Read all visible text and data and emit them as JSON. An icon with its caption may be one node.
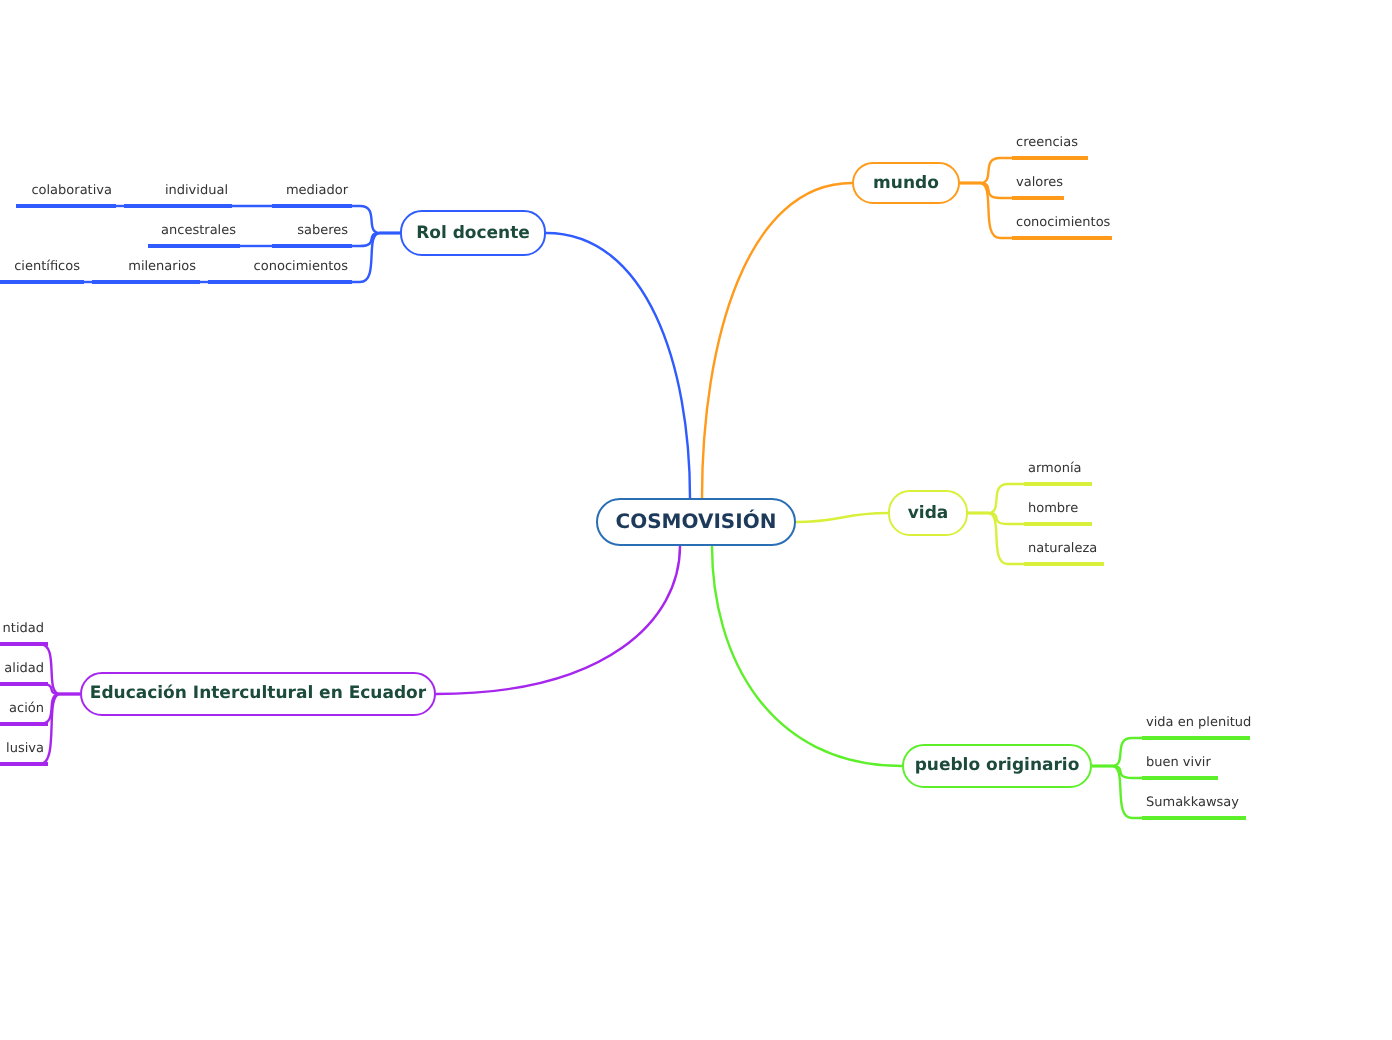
{
  "diagram": {
    "nodes": [
      {
        "text": [
          "COSMOVISIÓN"
        ]
      },
      {
        "text": [
          "Rol docente"
        ]
      },
      {
        "text": [
          "mediador"
        ]
      },
      {
        "text": [
          "individual"
        ]
      },
      {
        "text": [
          "colaborativa"
        ]
      },
      {
        "text": [
          "saberes"
        ]
      },
      {
        "text": [
          "ancestrales"
        ]
      },
      {
        "text": [
          "conocimientos"
        ]
      },
      {
        "text": [
          "milenarios"
        ]
      },
      {
        "text": [
          "científicos"
        ]
      },
      {
        "text": [
          "mundo"
        ]
      },
      {
        "text": [
          "creencias"
        ]
      },
      {
        "text": [
          "valores"
        ]
      },
      {
        "text": [
          "conocimientos"
        ]
      },
      {
        "text": [
          "vida"
        ]
      },
      {
        "text": [
          "armonía"
        ]
      },
      {
        "text": [
          "hombre"
        ]
      },
      {
        "text": [
          "naturaleza"
        ]
      },
      {
        "text": [
          "pueblo originario"
        ]
      },
      {
        "text": [
          "vida en plenitud"
        ]
      },
      {
        "text": [
          "buen vivir"
        ]
      },
      {
        "text": [
          "Sumakkawsay"
        ]
      },
      {
        "text": [
          "Educación Intercultural en Ecuador"
        ]
      },
      {
        "text": [
          "ntidad"
        ]
      },
      {
        "text": [
          "alidad"
        ]
      },
      {
        "text": [
          "ación"
        ]
      },
      {
        "text": [
          "lusiva"
        ]
      }
    ],
    "edges": [
      {
        "from": 0,
        "to": 1,
        "arrow": "none",
        "color": "#2f5bff"
      },
      {
        "from": 1,
        "to": 2,
        "arrow": "none",
        "color": "#2f5bff"
      },
      {
        "from": 2,
        "to": 3,
        "arrow": "none",
        "color": "#2f5bff"
      },
      {
        "from": 3,
        "to": 4,
        "arrow": "none",
        "color": "#2f5bff"
      },
      {
        "from": 1,
        "to": 5,
        "arrow": "none",
        "color": "#2f5bff"
      },
      {
        "from": 5,
        "to": 6,
        "arrow": "none",
        "color": "#2f5bff"
      },
      {
        "from": 1,
        "to": 7,
        "arrow": "none",
        "color": "#2f5bff"
      },
      {
        "from": 7,
        "to": 8,
        "arrow": "none",
        "color": "#2f5bff"
      },
      {
        "from": 8,
        "to": 9,
        "arrow": "none",
        "color": "#2f5bff"
      },
      {
        "from": 0,
        "to": 10,
        "arrow": "none",
        "color": "#ff9a1a"
      },
      {
        "from": 10,
        "to": 11,
        "arrow": "none",
        "color": "#ff9a1a"
      },
      {
        "from": 10,
        "to": 12,
        "arrow": "none",
        "color": "#ff9a1a"
      },
      {
        "from": 10,
        "to": 13,
        "arrow": "none",
        "color": "#ff9a1a"
      },
      {
        "from": 0,
        "to": 14,
        "arrow": "none",
        "color": "#d8f03a"
      },
      {
        "from": 14,
        "to": 15,
        "arrow": "none",
        "color": "#d8f03a"
      },
      {
        "from": 14,
        "to": 16,
        "arrow": "none",
        "color": "#d8f03a"
      },
      {
        "from": 14,
        "to": 17,
        "arrow": "none",
        "color": "#d8f03a"
      },
      {
        "from": 0,
        "to": 18,
        "arrow": "none",
        "color": "#5cef2a"
      },
      {
        "from": 18,
        "to": 19,
        "arrow": "none",
        "color": "#5cef2a"
      },
      {
        "from": 18,
        "to": 20,
        "arrow": "none",
        "color": "#5cef2a"
      },
      {
        "from": 18,
        "to": 21,
        "arrow": "none",
        "color": "#5cef2a"
      },
      {
        "from": 0,
        "to": 22,
        "arrow": "none",
        "color": "#a626ee"
      },
      {
        "from": 22,
        "to": 23,
        "arrow": "none",
        "color": "#a626ee"
      },
      {
        "from": 22,
        "to": 24,
        "arrow": "none",
        "color": "#a626ee"
      },
      {
        "from": 22,
        "to": 25,
        "arrow": "none",
        "color": "#a626ee"
      },
      {
        "from": 22,
        "to": 26,
        "arrow": "none",
        "color": "#a626ee"
      }
    ]
  }
}
